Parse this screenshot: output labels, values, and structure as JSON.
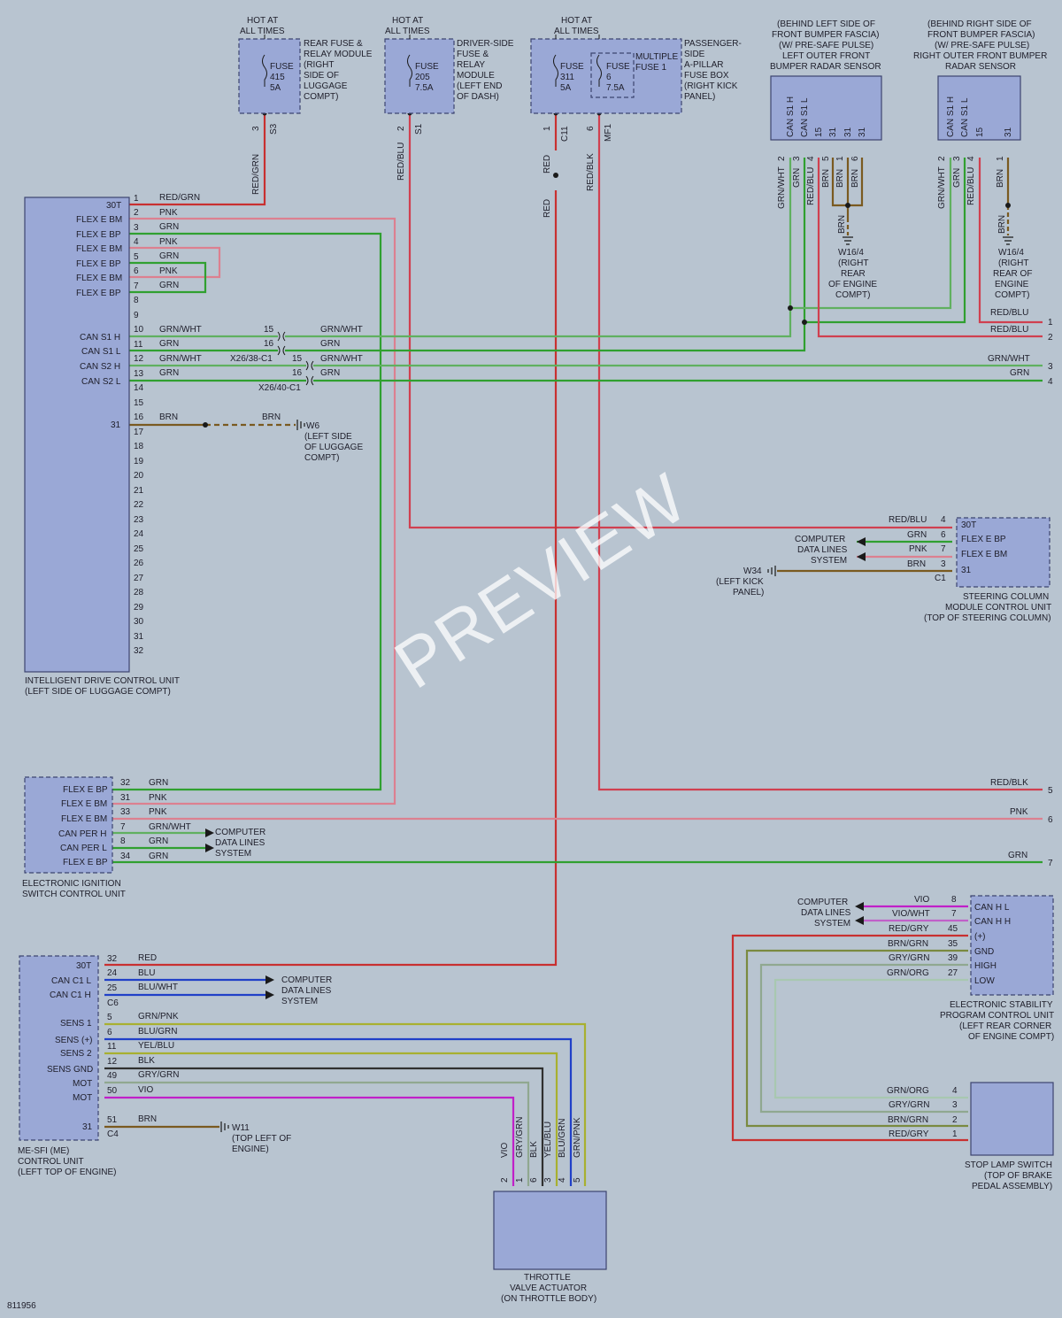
{
  "colors": {
    "red": "#c83030",
    "pink": "#dc8090",
    "green": "#30a030",
    "blue": "#2040c8",
    "violet": "#c020c8",
    "brown": "#7a5a20",
    "grnwht": "#60b060",
    "gray": "#90a890",
    "black": "#303030",
    "yellow": "#a8b030"
  },
  "labels": {
    "hot1": "HOT AT",
    "hot2": "ALL TIMES",
    "fuseA": "FUSE",
    "fuseA_no": "415",
    "fuseA_amp": "5A",
    "rear_mod_l1": "REAR FUSE &",
    "rear_mod_l2": "RELAY MODULE",
    "rear_mod_l3": "(RIGHT",
    "rear_mod_l4": "SIDE OF",
    "rear_mod_l5": "LUGGAGE",
    "rear_mod_l6": "COMPT)",
    "fuseB_no": "205",
    "fuseB_amp": "7.5A",
    "drv_l1": "DRIVER-SIDE",
    "drv_l2": "FUSE &",
    "drv_l3": "RELAY",
    "drv_l4": "MODULE",
    "drv_l5": "(LEFT END",
    "drv_l6": "OF DASH)",
    "fuseC_no": "311",
    "fuseC_amp": "5A",
    "fuseD_no": "6",
    "fuseD_amp": "7.5A",
    "mult1": "MULTIPLE",
    "mult2": "FUSE 1",
    "pass_l1": "PASSENGER-",
    "pass_l2": "SIDE",
    "pass_l3": "A-PILLAR",
    "pass_l4": "FUSE BOX",
    "pass_l5": "(RIGHT KICK",
    "pass_l6": "PANEL)",
    "lradar_l1": "(BEHIND LEFT SIDE OF",
    "lradar_l2": "FRONT BUMPER FASCIA)",
    "lradar_l3": "(W/ PRE-SAFE PULSE)",
    "lradar_l4": "LEFT OUTER FRONT",
    "lradar_l5": "BUMPER RADAR SENSOR",
    "rradar_l1": "(BEHIND RIGHT SIDE OF",
    "rradar_l2": "FRONT BUMPER FASCIA)",
    "rradar_l3": "(W/ PRE-SAFE PULSE)",
    "rradar_l4": "RIGHT OUTER FRONT BUMPER",
    "rradar_l5": "RADAR SENSOR",
    "can_s1h": "CAN S1 H",
    "can_s1l": "CAN S1 L",
    "can_s2h": "CAN S2 H",
    "can_s2l": "CAN S2 L",
    "p15": "15",
    "p31": "31",
    "p1": "1",
    "p2": "2",
    "p3": "3",
    "p4": "4",
    "p5": "5",
    "p6": "6",
    "p7": "7",
    "p8": "8",
    "p16": "16",
    "p27": "27",
    "p32": "32",
    "p33": "33",
    "p34": "34",
    "p35": "35",
    "p39": "39",
    "p45": "45",
    "p49": "49",
    "p50": "50",
    "p51": "51",
    "p11": "11",
    "p12": "12",
    "p24": "24",
    "p25": "25",
    "s3": "S3",
    "s1": "S1",
    "c11": "C11",
    "mf1": "MF1",
    "redgrn": "RED/GRN",
    "redblu": "RED/BLU",
    "red": "RED",
    "redblk": "RED/BLK",
    "pnk": "PNK",
    "grn": "GRN",
    "grnwht": "GRN/WHT",
    "brn": "BRN",
    "blu": "BLU",
    "bluwht": "BLU/WHT",
    "grnpnk": "GRN/PNK",
    "blugrn": "BLU/GRN",
    "yelblu": "YEL/BLU",
    "blk": "BLK",
    "grygrn": "GRY/GRN",
    "vio": "VIO",
    "viowht": "VIO/WHT",
    "redgry": "RED/GRY",
    "brngrn": "BRN/GRN",
    "grnorg": "GRN/ORG",
    "x2638": "X26/38-C1",
    "x2640": "X26/40-C1",
    "w6": "W6",
    "w6_l1": "(LEFT SIDE",
    "w6_l2": "OF LUGGAGE",
    "w6_l3": "COMPT)",
    "w16": "W16/4",
    "w16_l1": "(RIGHT",
    "w16_l2": "REAR",
    "w16_l3": "OF ENGINE",
    "w16_l4": "COMPT)",
    "w16b_l2": "REAR OF",
    "w16b_l3": "ENGINE",
    "idcu_l1": "INTELLIGENT DRIVE CONTROL UNIT",
    "idcu_l2": "(LEFT SIDE OF LUGGAGE COMPT)",
    "p30t": "30T",
    "flexbm": "FLEX E BM",
    "flexbp": "FLEX E BP",
    "cdl1": "COMPUTER",
    "cdl2": "DATA LINES",
    "cdl3": "SYSTEM",
    "w34": "W34",
    "w34_l1": "(LEFT KICK",
    "w34_l2": "PANEL)",
    "c1": "C1",
    "scm_l1": "STEERING COLUMN",
    "scm_l2": "MODULE CONTROL UNIT",
    "scm_l3": "(TOP OF STEERING COLUMN)",
    "canperh": "CAN PER H",
    "canperl": "CAN PER L",
    "eis_l1": "ELECTRONIC IGNITION",
    "eis_l2": "SWITCH CONTROL UNIT",
    "canhl": "CAN H L",
    "canhh": "CAN H H",
    "plus": "(+)",
    "gnd": "GND",
    "high": "HIGH",
    "low": "LOW",
    "esp_l1": "ELECTRONIC STABILITY",
    "esp_l2": "PROGRAM CONTROL UNIT",
    "esp_l3": "(LEFT REAR CORNER",
    "esp_l4": "OF ENGINE COMPT)",
    "canc1l": "CAN C1 L",
    "canc1h": "CAN C1 H",
    "c6": "C6",
    "c4": "C4",
    "sens1": "SENS 1",
    "senspl": "SENS (+)",
    "sens2": "SENS 2",
    "sensgnd": "SENS GND",
    "mot": "MOT",
    "w11": "W11",
    "w11_l1": "(TOP LEFT OF",
    "w11_l2": "ENGINE)",
    "me_l1": "ME-SFI (ME)",
    "me_l2": "CONTROL UNIT",
    "me_l3": "(LEFT TOP OF ENGINE)",
    "tva_l1": "THROTTLE",
    "tva_l2": "VALVE ACTUATOR",
    "tva_l3": "(ON THROTTLE BODY)",
    "slsw_l1": "STOP LAMP SWITCH",
    "slsw_l2": "(TOP OF BRAKE",
    "slsw_l3": "PEDAL ASSEMBLY)",
    "code": "811956",
    "pins": [
      "9",
      "10",
      "13",
      "14",
      "17",
      "18",
      "19",
      "20",
      "21",
      "22",
      "23",
      "24",
      "25",
      "26",
      "27",
      "28",
      "29",
      "30"
    ]
  },
  "watermark": "PREVIEW"
}
